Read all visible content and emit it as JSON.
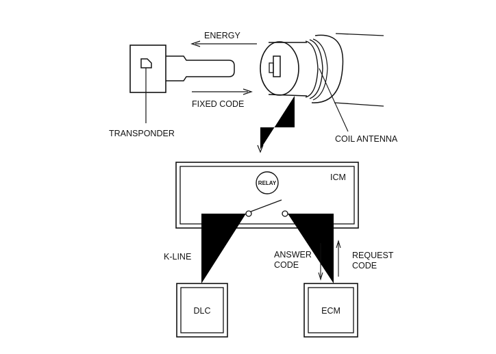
{
  "labels": {
    "energy": "ENERGY",
    "fixed_code": "FIXED CODE",
    "transponder": "TRANSPONDER",
    "coil_antenna": "COIL ANTENNA",
    "icm": "ICM",
    "relay": "RELAY",
    "k_line": "K-LINE",
    "answer_code_1": "ANSWER",
    "answer_code_2": "CODE",
    "request_code_1": "REQUEST",
    "request_code_2": "CODE",
    "dlc": "DLC",
    "ecm": "ECM"
  }
}
